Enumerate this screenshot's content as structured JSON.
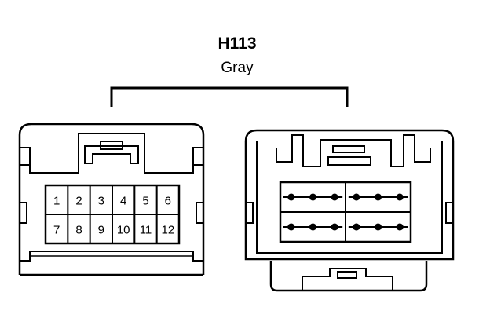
{
  "connector": {
    "id": "H113",
    "color_name": "Gray"
  },
  "female_view": {
    "pins_row1": [
      "1",
      "2",
      "3",
      "4",
      "5",
      "6"
    ],
    "pins_row2": [
      "7",
      "8",
      "9",
      "10",
      "11",
      "12"
    ]
  },
  "male_view": {
    "rows": 2,
    "pin_groups": [
      3,
      3
    ],
    "bridged": true
  },
  "colors": {
    "line": "#000000",
    "background": "#ffffff"
  }
}
